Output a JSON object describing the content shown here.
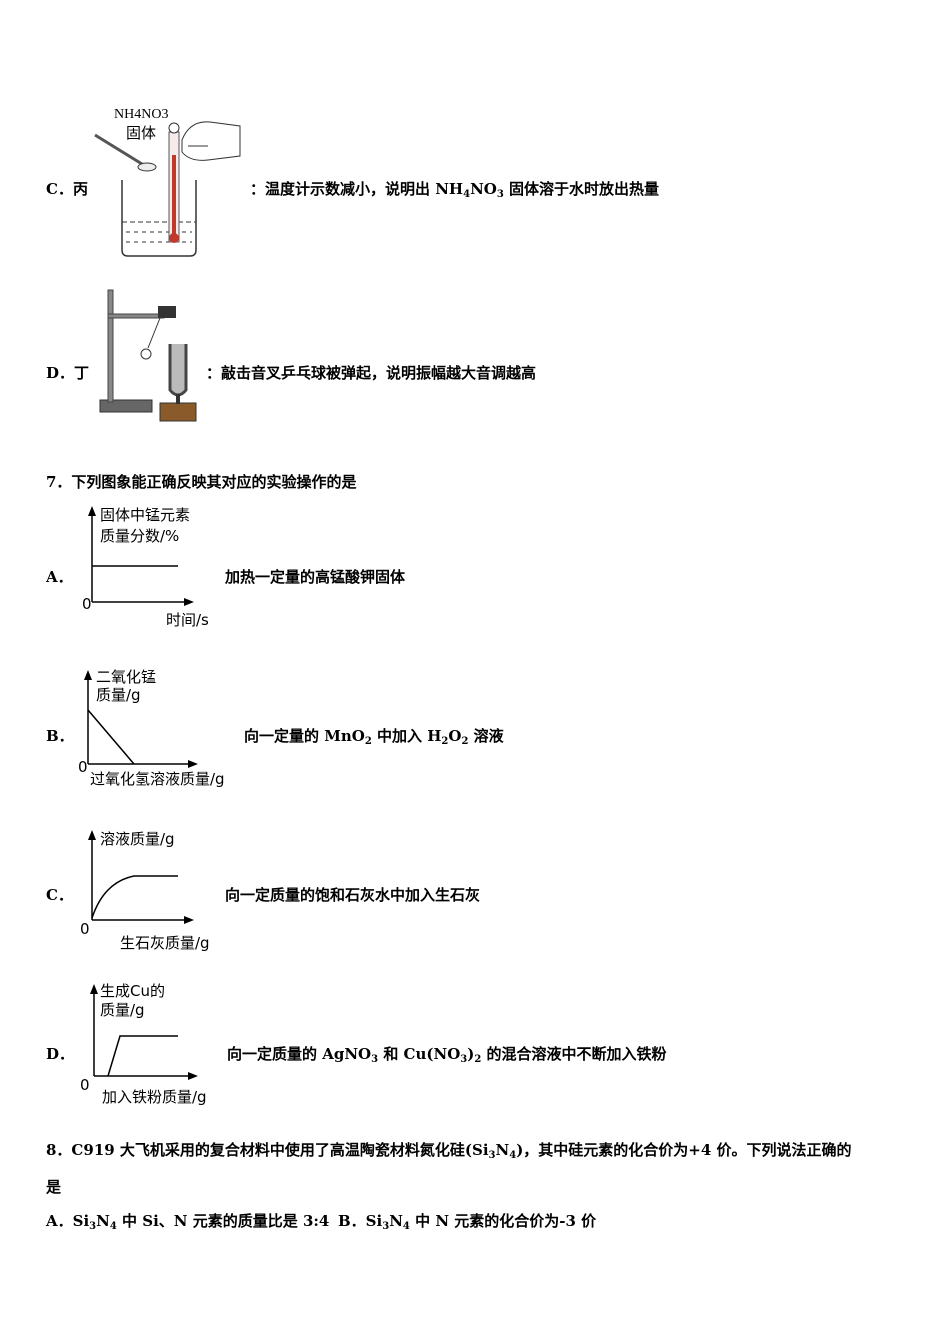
{
  "q6": {
    "optC": {
      "letter": "C．丙",
      "fig_label_top": "NH4NO3",
      "fig_label_sub": "固体",
      "stmt_pre": "：温度计示数减小，说明出 NH",
      "stmt_sub1": "4",
      "stmt_mid": "NO",
      "stmt_sub2": "3",
      "stmt_post": " 固体溶于水时放出热量"
    },
    "optD": {
      "letter": "D．丁",
      "stmt": "：敲击音叉乒乓球被弹起，说明振幅越大音调越高"
    }
  },
  "q7": {
    "stem": "7．下列图象能正确反映其对应的实验操作的是",
    "options": [
      {
        "letter": "A．",
        "ylabel1": "固体中锰元素",
        "ylabel2": "质量分数/%",
        "xlabel": "时间/s",
        "origin": "0",
        "desc": "加热一定量的高锰酸钾固体"
      },
      {
        "letter": "B．",
        "ylabel1": "二氧化锰",
        "ylabel2": "质量/g",
        "xlabel": "过氧化氢溶液质量/g",
        "origin": "0",
        "desc_pre": "向一定量的 MnO",
        "desc_s1": "2",
        "desc_mid": " 中加入 H",
        "desc_s2": "2",
        "desc_mid2": "O",
        "desc_s3": "2",
        "desc_post": " 溶液"
      },
      {
        "letter": "C．",
        "ylabel1": "溶液质量/g",
        "xlabel": "生石灰质量/g",
        "origin": "0",
        "desc": "向一定质量的饱和石灰水中加入生石灰"
      },
      {
        "letter": "D．",
        "ylabel1": "生成Cu的",
        "ylabel2": "质量/g",
        "xlabel": "加入铁粉质量/g",
        "origin": "0",
        "desc_pre": "向一定质量的 AgNO",
        "desc_s1": "3",
        "desc_mid": " 和 Cu(NO",
        "desc_s2": "3",
        "desc_mid2": ")",
        "desc_s3": "2",
        "desc_post": " 的混合溶液中不断加入铁粉"
      }
    ]
  },
  "q8": {
    "stem_pre": "8．C919 大飞机采用的复合材料中使用了高温陶瓷材料氮化硅(Si",
    "stem_s1": "3",
    "stem_mid": "N",
    "stem_s2": "4",
    "stem_post": ")，其中硅元素的化合价为+4 价。下列说法正确的",
    "stem_line2": "是",
    "optA_pre": "A．Si",
    "optA_s1": "3",
    "optA_mid": "N",
    "optA_s2": "4",
    "optA_post": " 中 Si、N 元素的质量比是 3:4",
    "optB_pre": "B．Si",
    "optB_s1": "3",
    "optB_mid": "N",
    "optB_s2": "4",
    "optB_post": " 中 N 元素的化合价为-3 价"
  }
}
